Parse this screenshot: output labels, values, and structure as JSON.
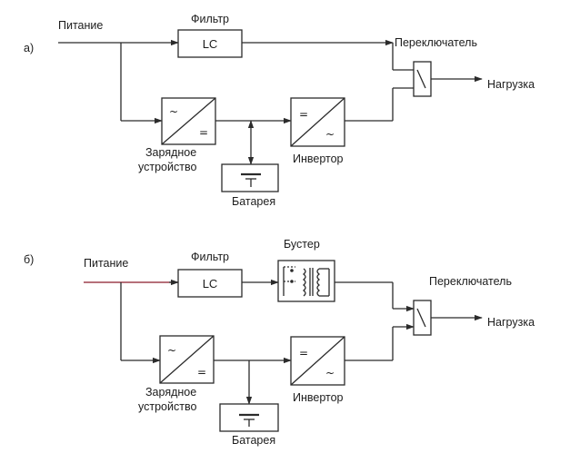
{
  "diagram_a": {
    "label": "а)",
    "power": "Питание",
    "filter": "Фильтр",
    "filter_box": "LC",
    "switch": "Переключатель",
    "load": "Нагрузка",
    "charger_line1": "Зарядное",
    "charger_line2": "устройство",
    "inverter": "Инвертор",
    "battery": "Батарея",
    "ac_symbol": "~",
    "dc_symbol": "="
  },
  "diagram_b": {
    "label": "б)",
    "power": "Питание",
    "filter": "Фильтр",
    "filter_box": "LC",
    "booster": "Бустер",
    "switch": "Переключатель",
    "load": "Нагрузка",
    "charger_line1": "Зарядное",
    "charger_line2": "устройство",
    "inverter": "Инвертор",
    "battery": "Батарея",
    "ac_symbol": "~",
    "dc_symbol": "="
  }
}
